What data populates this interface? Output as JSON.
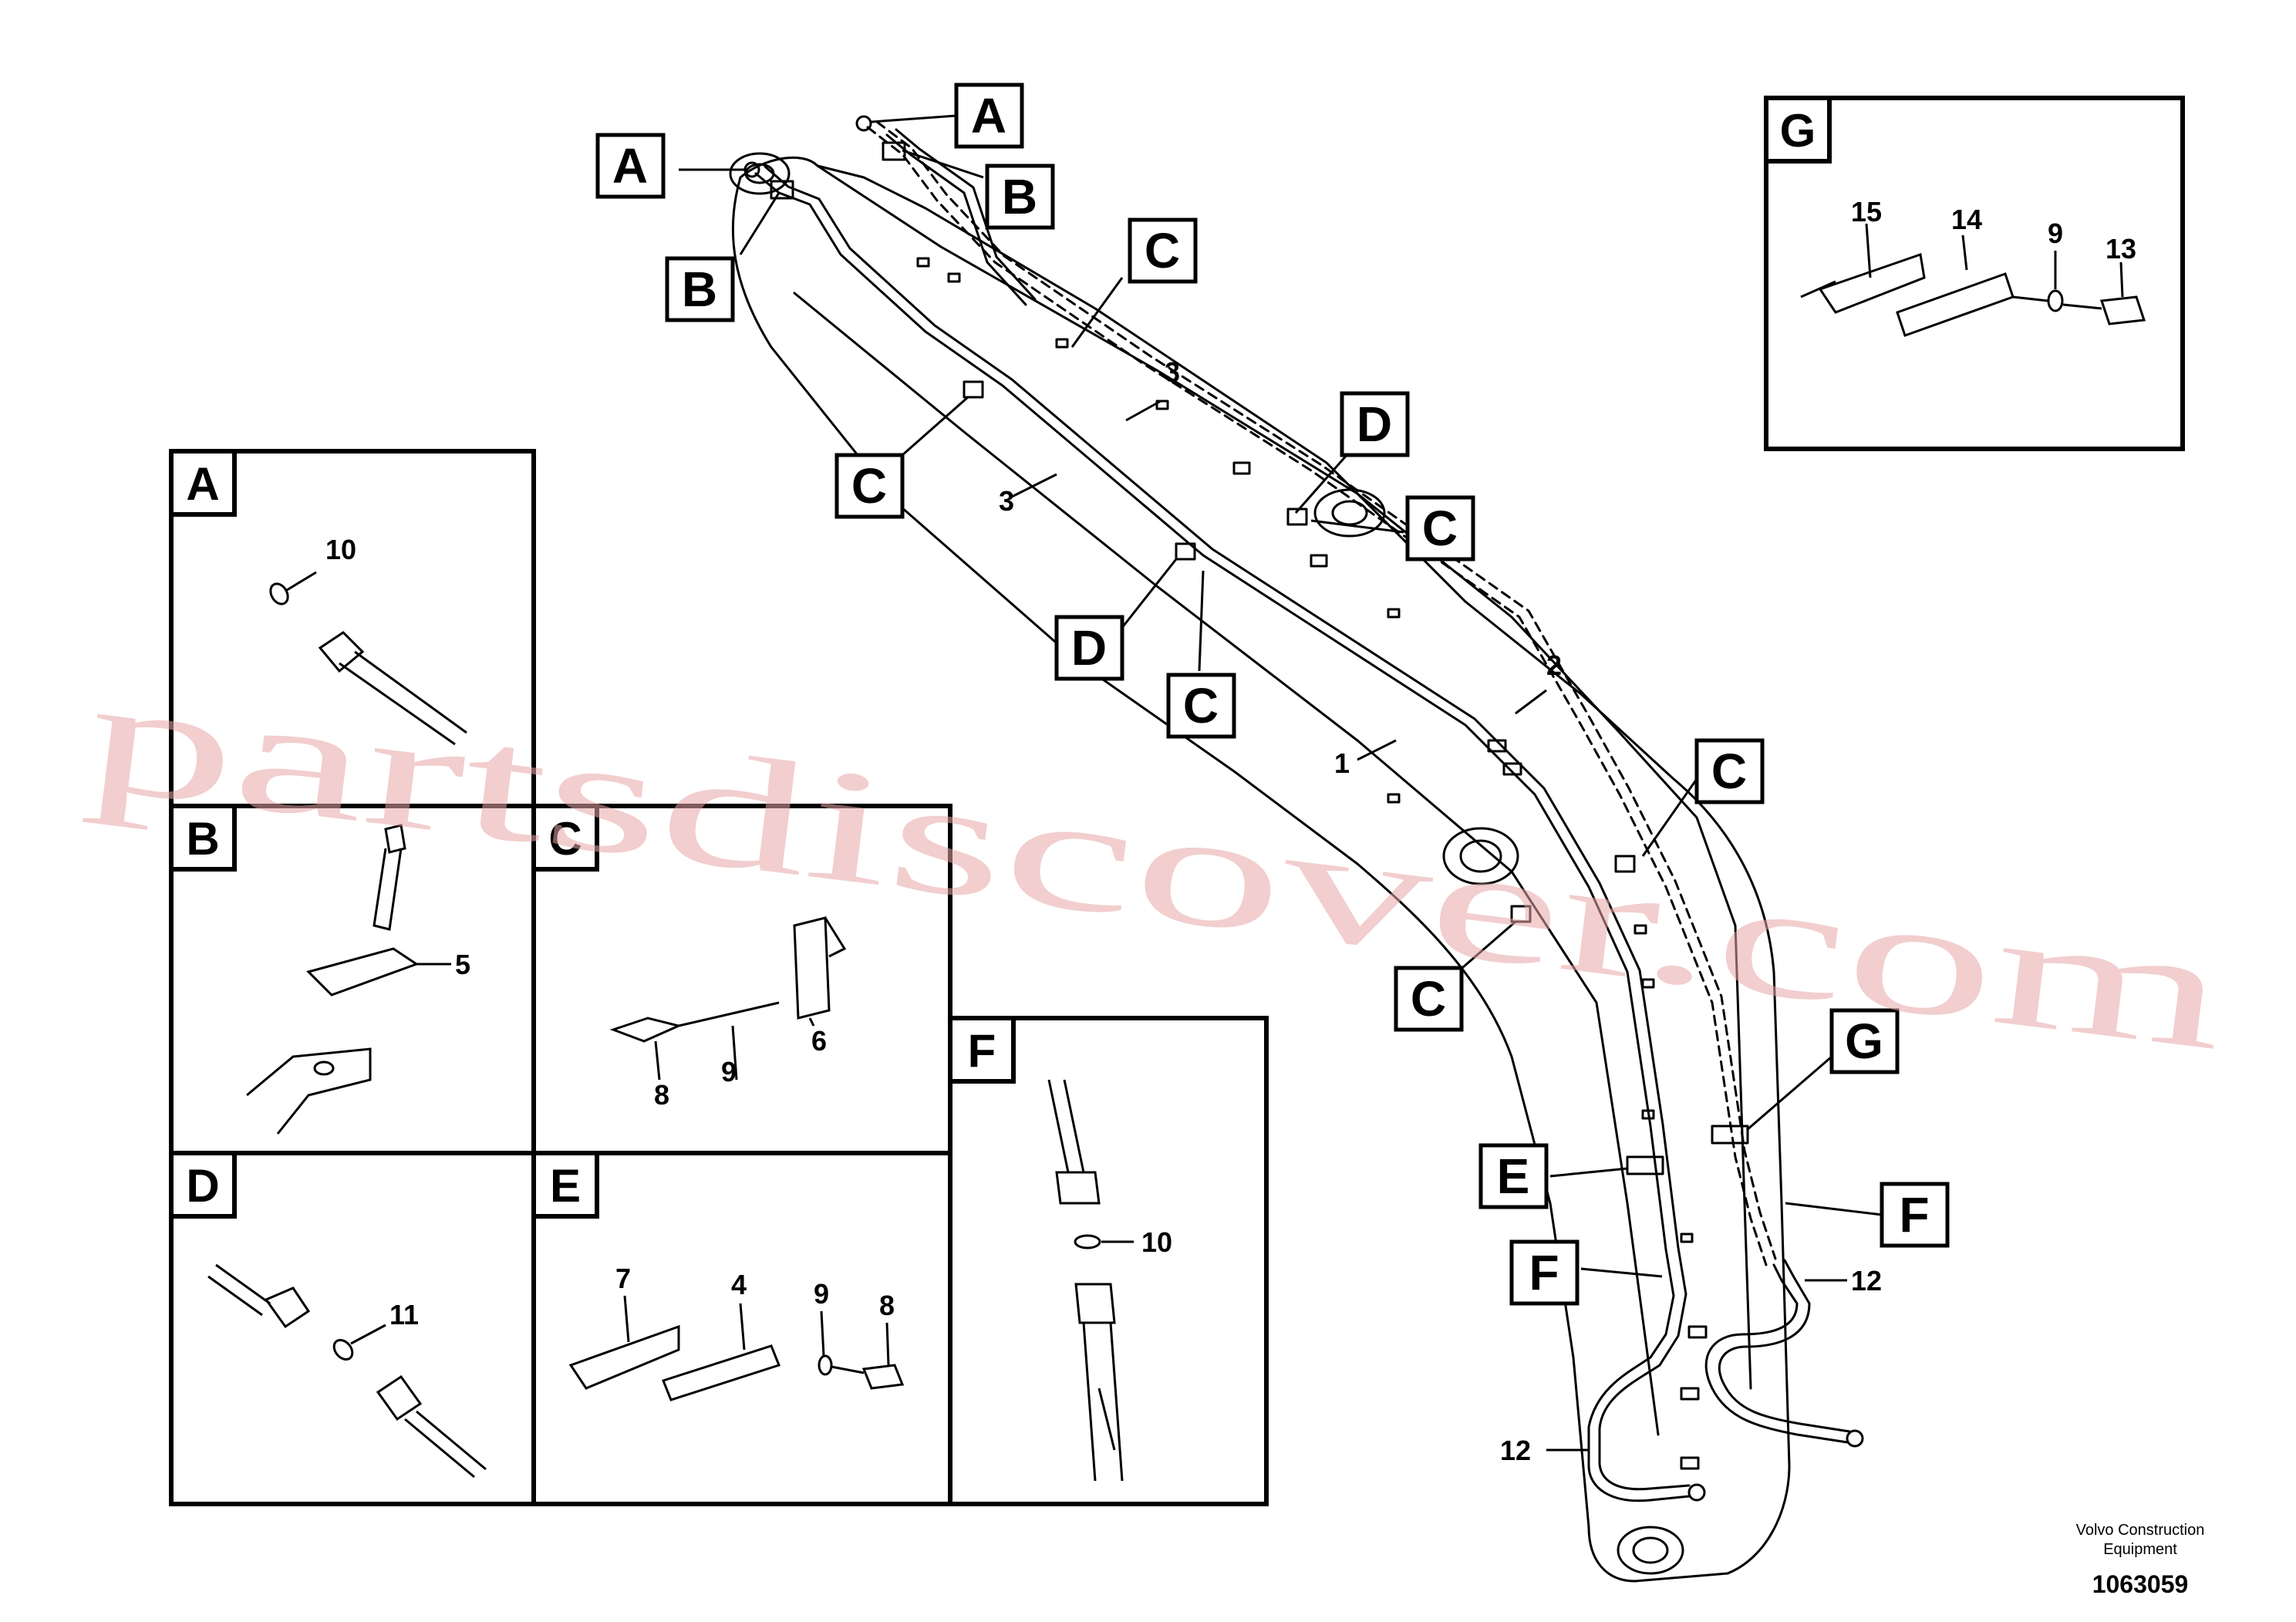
{
  "detail_panels": {
    "A": {
      "letter": "A",
      "parts": [
        "10"
      ]
    },
    "B": {
      "letter": "B",
      "parts": [
        "5"
      ]
    },
    "C": {
      "letter": "C",
      "parts": [
        "8",
        "9",
        "6"
      ]
    },
    "D": {
      "letter": "D",
      "parts": [
        "11"
      ]
    },
    "E": {
      "letter": "E",
      "parts": [
        "7",
        "4",
        "9",
        "8"
      ]
    },
    "F": {
      "letter": "F",
      "parts": [
        "10"
      ]
    },
    "G": {
      "letter": "G",
      "parts": [
        "15",
        "14",
        "9",
        "13"
      ]
    }
  },
  "callouts": {
    "a": "A",
    "b": "B",
    "c": "C",
    "d": "D",
    "e": "E",
    "f": "F",
    "g": "G"
  },
  "main_parts": {
    "p1": "1",
    "p2": "2",
    "p3": "3",
    "p12": "12"
  },
  "footer": {
    "brand_line1": "Volvo Construction",
    "brand_line2": "Equipment",
    "doc_number": "1063059"
  },
  "watermark": "partsdiscover.com",
  "colors": {
    "line": "#000000",
    "watermark": "#e8a5a5",
    "background": "#ffffff"
  }
}
